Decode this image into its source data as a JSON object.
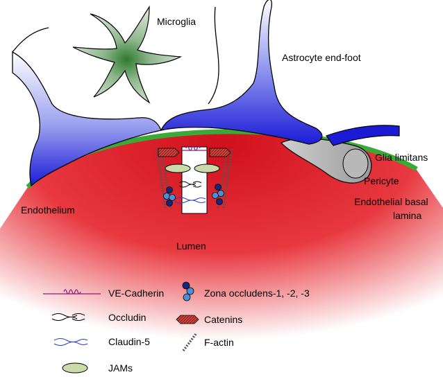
{
  "labels": {
    "microglia": "Microglia",
    "astrocyte": "Astrocyte end-foot",
    "glia_limitans": "Glia limitans",
    "pericyte": "Pericyte",
    "basal_lamina_1": "Endothelial basal",
    "basal_lamina_2": "lamina",
    "endothelium": "Endothelium",
    "lumen": "Lumen"
  },
  "legend": {
    "ve_cadherin": "VE-Cadherin",
    "occludin": "Occludin",
    "claudin5": "Claudin-5",
    "jams": "JAMs",
    "zona_occludens": "Zona occludens-1, -2, -3",
    "catenins": "Catenins",
    "f_actin": "F-actin"
  },
  "colors": {
    "endothelium": "#e41e26",
    "astrocyte": "#1b1bd6",
    "basal_lamina": "#3aa935",
    "microglia": "#3d7a3d",
    "pericyte": "#a9a9a9",
    "ve_cadherin": "#8a1a7a",
    "claudin": "#2a3fc4",
    "jam": "#c8dba8",
    "catenin": "#b22222",
    "zo_dark": "#1a237e",
    "zo_light": "#4a90d9"
  }
}
